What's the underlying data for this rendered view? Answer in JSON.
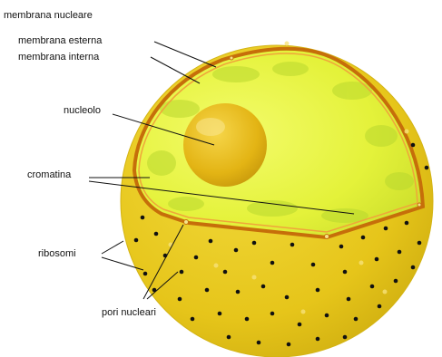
{
  "labels": {
    "membrana_nucleare": "membrana nucleare",
    "membrana_esterna": "membrana esterna",
    "membrana_interna": "membrana interna",
    "nucleolo": "nucleolo",
    "cromatina": "cromatina",
    "ribosomi": "ribosomi",
    "pori_nucleari": "pori nucleari"
  },
  "colors": {
    "cytoplasm": "#E8C81A",
    "cytoplasm_edge": "#C9A80C",
    "nucleoplasm": "#E2F233",
    "envelope": "#D27A0E",
    "nucleolus": "#E9BC16",
    "ribosome": "#111111"
  }
}
